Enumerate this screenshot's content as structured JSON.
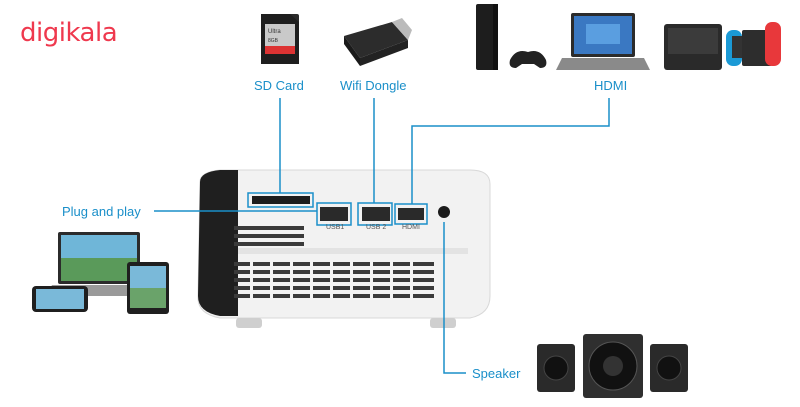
{
  "brand": {
    "logo_text": "digikala"
  },
  "callouts": {
    "sd_card": "SD Card",
    "wifi_dongle": "Wifi Dongle",
    "hdmi": "HDMI",
    "plug_and_play": "Plug and play",
    "speaker": "Speaker"
  },
  "ports": {
    "usb1": "USB1",
    "usb2": "USB 2",
    "hdmi": "HDMI"
  },
  "sd_card_text": {
    "brand": "Ultra",
    "capacity": "8GB"
  },
  "colors": {
    "accent": "#1a8fc9",
    "logo": "#ef394e"
  }
}
